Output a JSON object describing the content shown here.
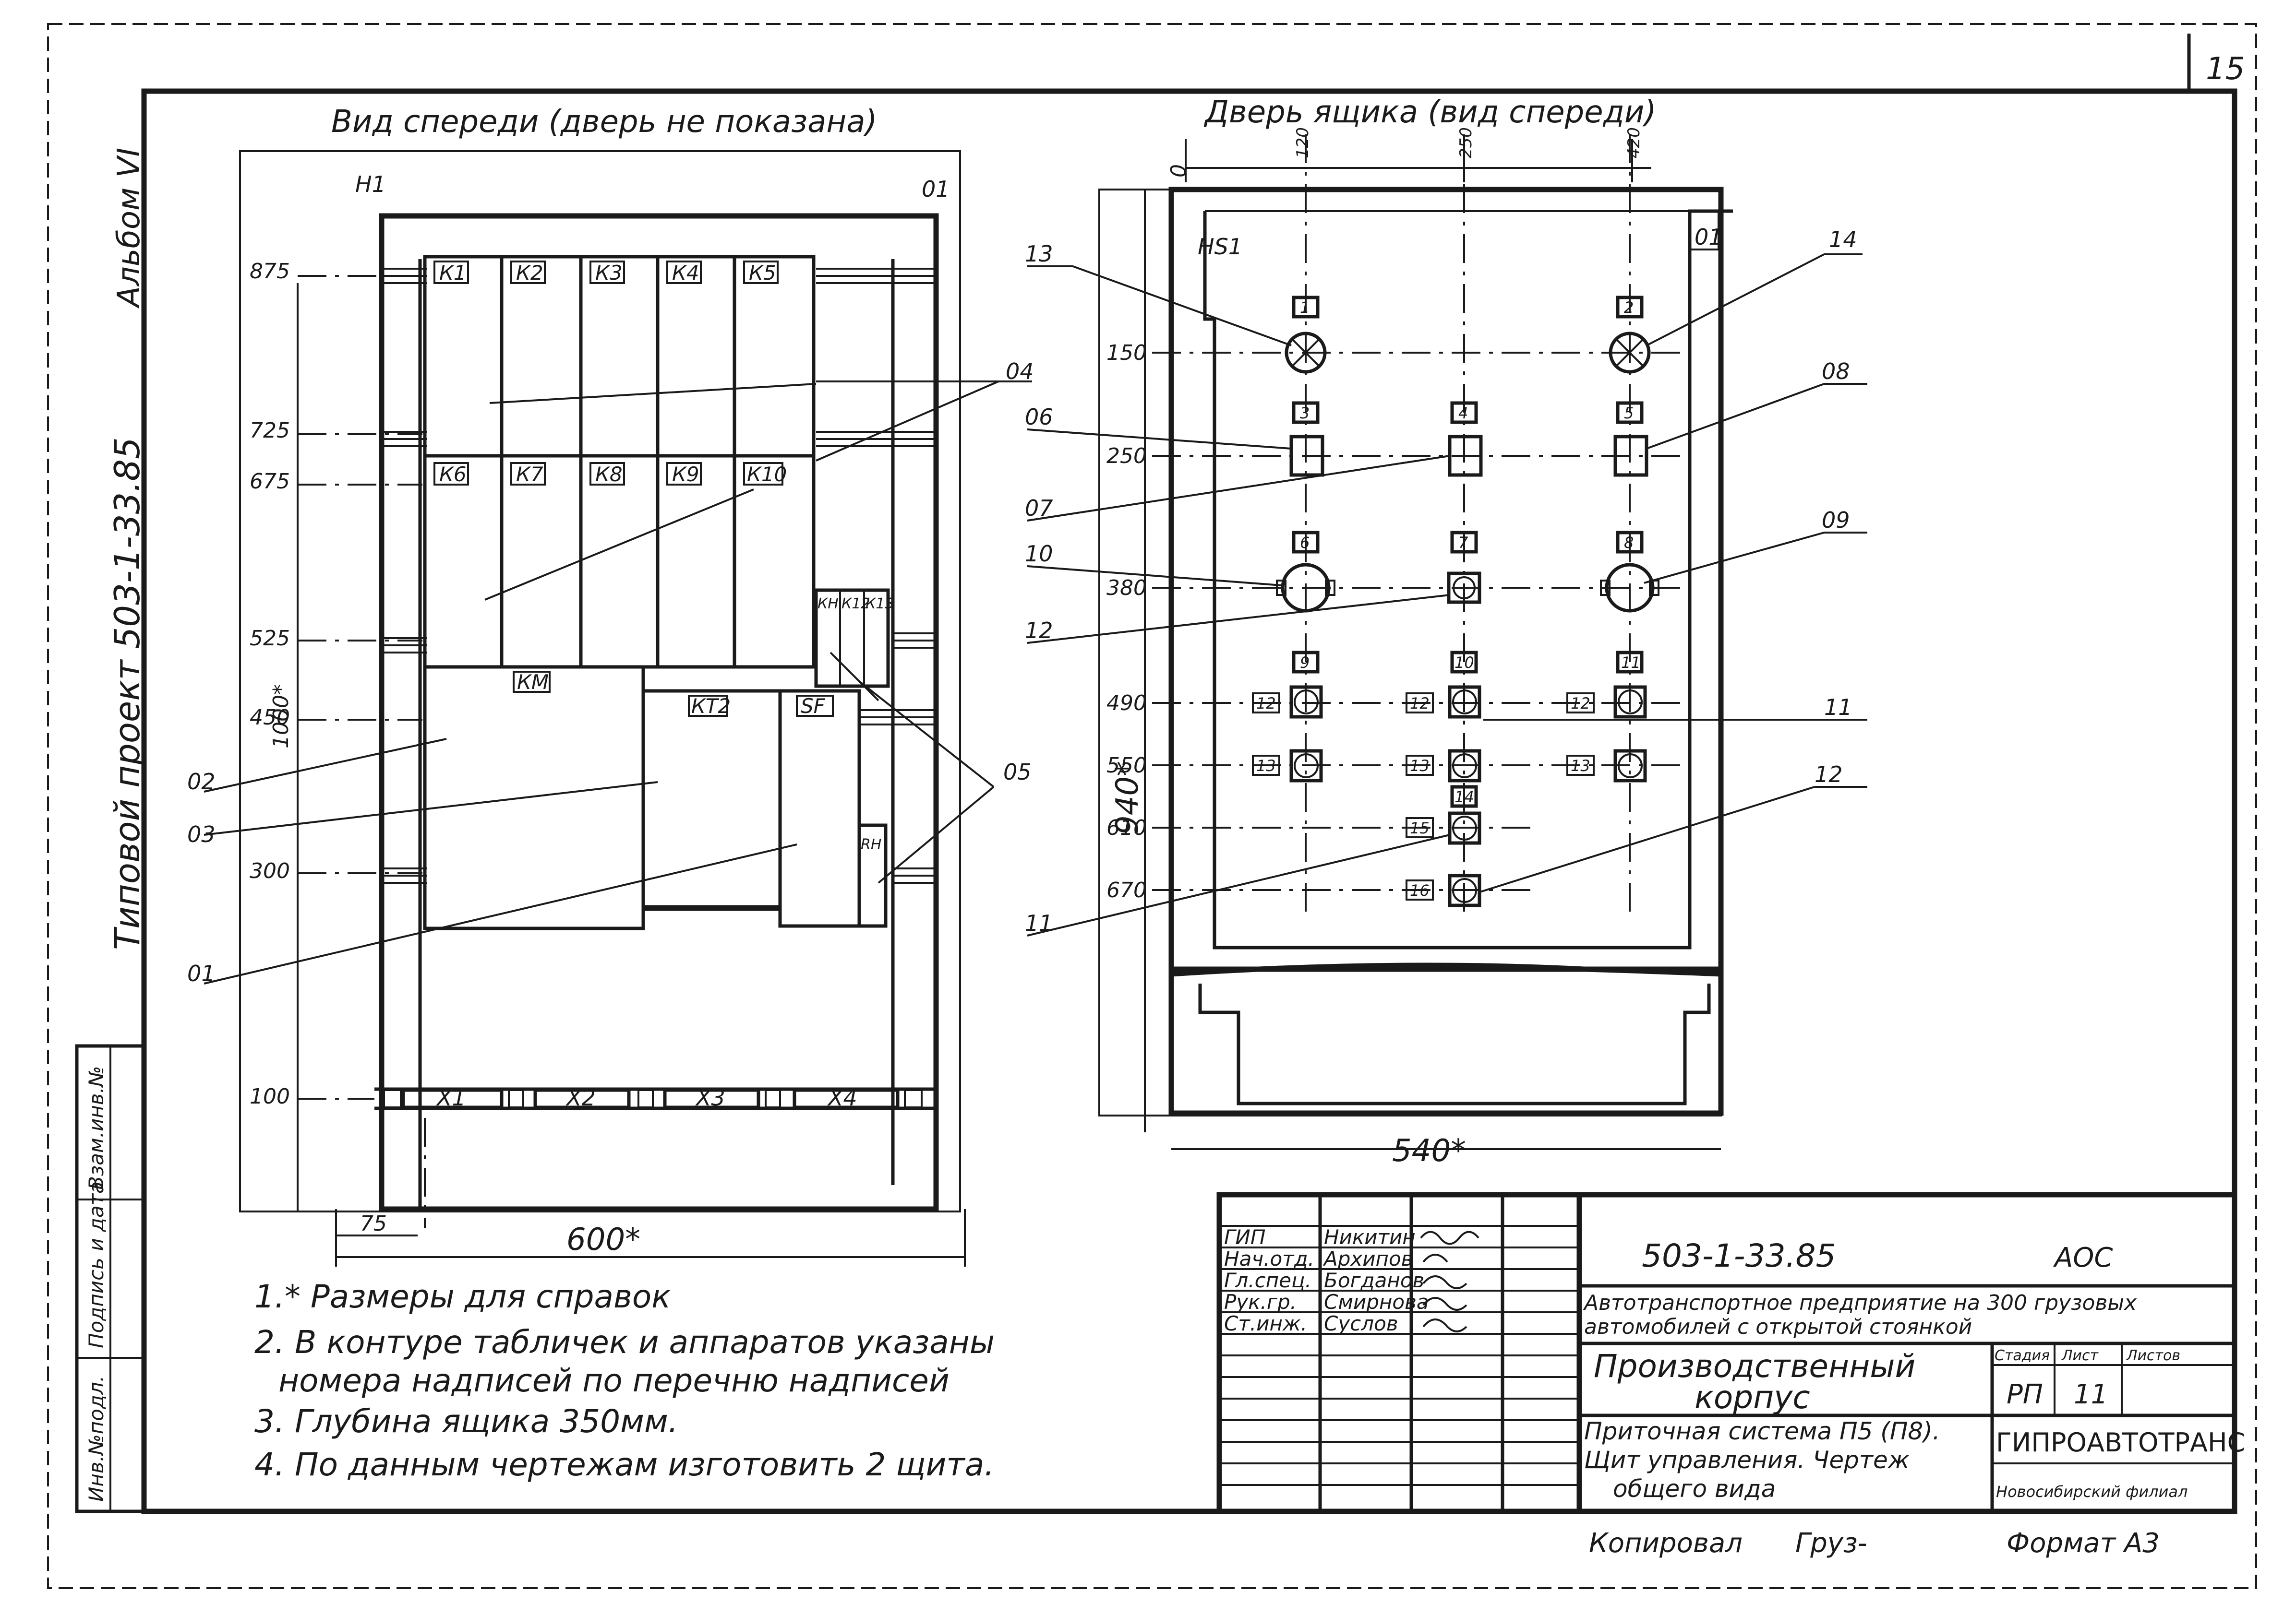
{
  "sheet_number": "15",
  "album_label": "Альбом VI",
  "project_label": "Типовой проект 503-1-33.85",
  "stamp_left": {
    "cell_1": "Инв.№подл.",
    "cell_2": "Подпись и дата",
    "cell_3": "Взам.инв.№"
  },
  "front_view": {
    "title": "Вид спереди (дверь не показана)",
    "panel_tag": "Н1",
    "panel_mark": "01",
    "relay_row_1": [
      "К1",
      "К2",
      "К3",
      "К4",
      "К5"
    ],
    "relay_row_2": [
      "К6",
      "К7",
      "К8",
      "К9",
      "К10"
    ],
    "small_relays": [
      "КН",
      "К12",
      "К13"
    ],
    "contactors": [
      "КМ",
      "КТ2",
      "SF",
      "RH"
    ],
    "terminals": [
      "Х1",
      "Х2",
      "Х3",
      "Х4"
    ],
    "level_marks": [
      "875",
      "725",
      "675",
      "525",
      "450",
      "300",
      "100"
    ],
    "height_dim": "1000*",
    "width_dim": "600*",
    "offset_dim": "75",
    "leaders": [
      "04",
      "05",
      "02",
      "03",
      "01"
    ]
  },
  "door_view": {
    "title": "Дверь ящика (вид спереди)",
    "panel_tag": "HS1",
    "panel_mark": "01",
    "col_marks": [
      "0",
      "120",
      "250",
      "420"
    ],
    "row_marks": [
      "150",
      "250",
      "380",
      "490",
      "550",
      "610",
      "670"
    ],
    "height_dim": "940*",
    "width_dim": "540*",
    "device_numbers": [
      "1",
      "2",
      "3",
      "4",
      "5",
      "6",
      "7",
      "8",
      "9",
      "10",
      "11",
      "14"
    ],
    "plate_numbers": [
      "12",
      "12",
      "12",
      "13",
      "13",
      "13",
      "15",
      "16"
    ],
    "leaders": [
      "13",
      "14",
      "06",
      "08",
      "07",
      "10",
      "09",
      "12",
      "11",
      "11",
      "12"
    ]
  },
  "notes": [
    "1.* Размеры для справок",
    "2. В контуре табличек и аппаратов указаны",
    "номера надписей по перечню надписей",
    "3. Глубина ящика 350мм.",
    "4. По данным чертежам изготовить 2 щита."
  ],
  "title_block": {
    "roles": [
      "ГИП",
      "Нач.отд.",
      "Гл.спец.",
      "Рук.гр.",
      "Ст.инж."
    ],
    "names": [
      "Никитин",
      "Архипов",
      "Богданов",
      "Смирнова",
      "Суслов"
    ],
    "doc_code": "503-1-33.85",
    "doc_type": "АОС",
    "object_line_1": "Автотранспортное предприятие на 300 грузовых",
    "object_line_2": "автомобилей с открытой стоянкой",
    "building_line_1": "Производственный",
    "building_line_2": "корпус",
    "stage_header": "Стадия",
    "sheet_header": "Лист",
    "sheets_header": "Листов",
    "stage": "РП",
    "sheet": "11",
    "drawing_line_1": "Приточная система П5 (П8).",
    "drawing_line_2": "Щит управления. Чертеж",
    "drawing_line_3": "общего вида",
    "organization": "ГИПРОАВТОТРАНС",
    "branch": "Новосибирский филиал",
    "copied_label": "Копировал",
    "copied_sign": "Груз-",
    "format": "Формат А3"
  }
}
